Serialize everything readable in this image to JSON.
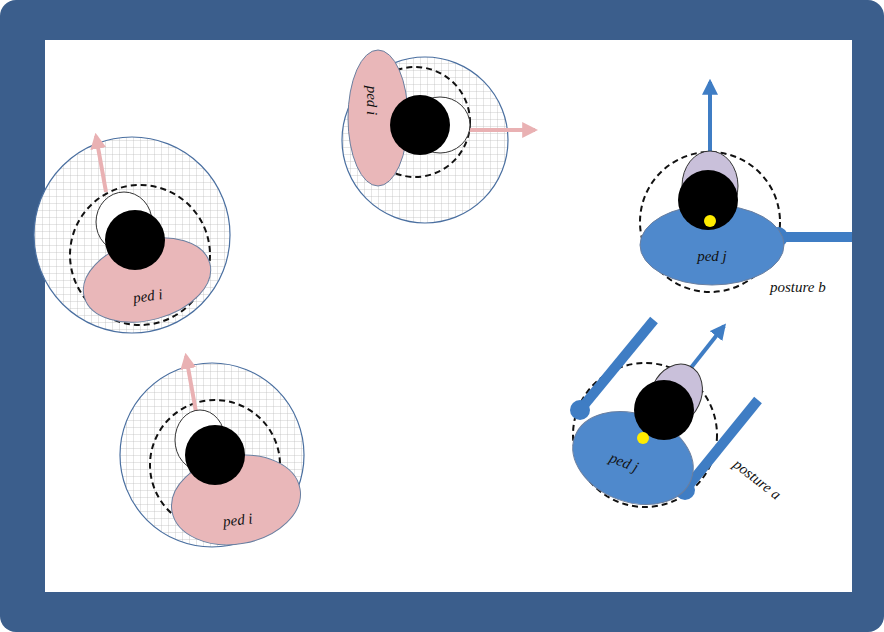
{
  "diagram": {
    "nodes": [
      {
        "text": [
          "ped i"
        ]
      },
      {
        "text": [
          "ped j"
        ]
      },
      {
        "text": [
          "ped i"
        ]
      },
      {
        "text": [
          "ped j"
        ]
      },
      {
        "text": [
          "ped i"
        ]
      }
    ],
    "labels": [
      "posture b",
      "posture a"
    ]
  }
}
